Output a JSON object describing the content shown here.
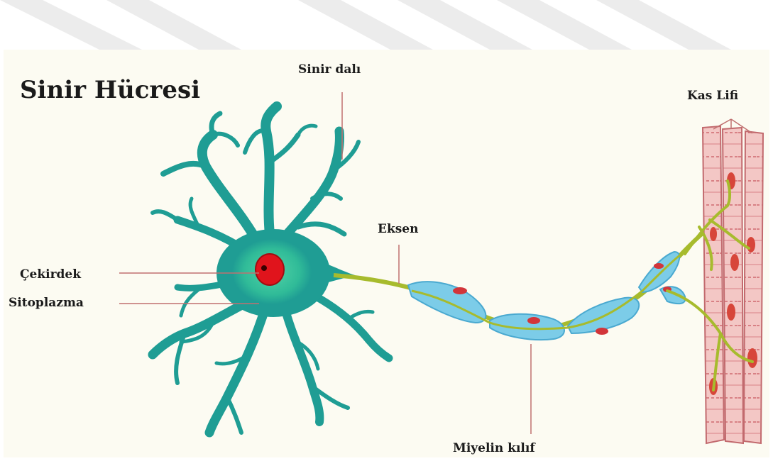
{
  "diagram": {
    "title": "Sinir Hücresi",
    "labels": {
      "dendrite": "Sinir dalı",
      "nucleus": "Çekirdek",
      "cytoplasm": "Sitoplazma",
      "axon": "Eksen",
      "myelin": "Miyelin kılıf",
      "muscle": "Kas Lifi"
    }
  },
  "colors": {
    "cell_body": "#1f9d94",
    "cytoplasm": "#35c49a",
    "nucleus": "#e0141c",
    "axon": "#a7bb2d",
    "myelin": "#6dc4e6",
    "muscle": "#f2c4c2",
    "muscle_band": "#d06a70",
    "leader": "#c07070"
  }
}
